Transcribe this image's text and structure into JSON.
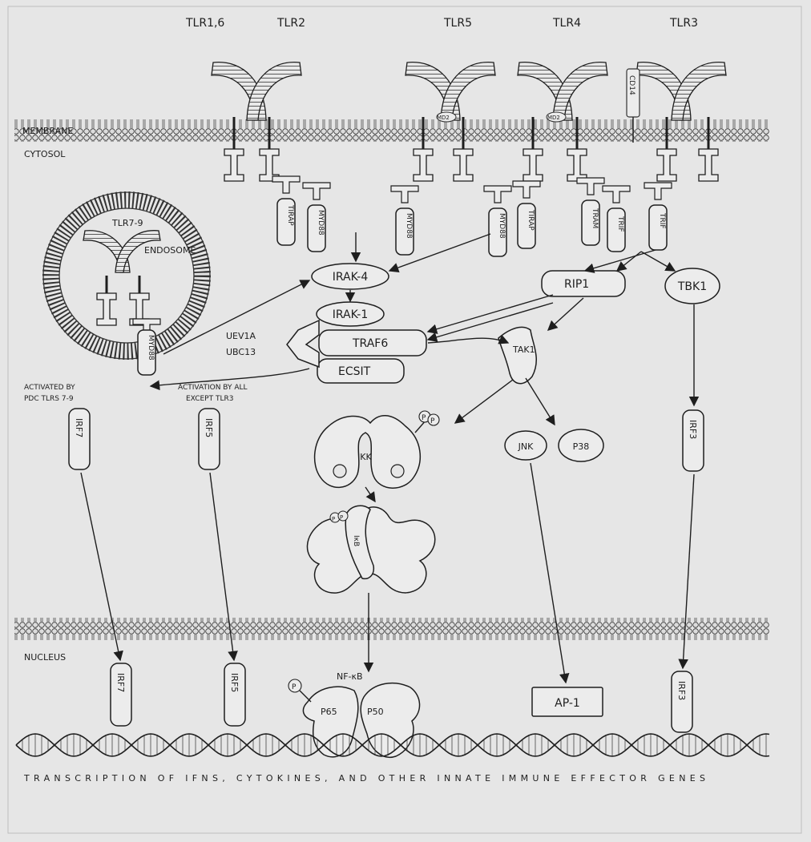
{
  "receptors": {
    "tlr16": "TLR1,6",
    "tlr2": "TLR2",
    "tlr5": "TLR5",
    "tlr4": "TLR4",
    "tlr3": "TLR3",
    "tlr79": "TLR7-9",
    "cd14": "CD14",
    "md2": "MD2"
  },
  "compartments": {
    "membrane": "MEMBRANE",
    "cytosol": "CYTOSOL",
    "endosome": "ENDOSOME",
    "nucleus": "NUCLEUS"
  },
  "adaptors": {
    "tirap": "TIRAP",
    "myd88": "MYD88",
    "tram": "TRAM",
    "trif": "TRIF"
  },
  "signaling": {
    "irak4": "IRAK-4",
    "irak1": "IRAK-1",
    "traf6": "TRAF6",
    "ecsit": "ECSIT",
    "uev1a": "UEV1A",
    "ubc13": "UBC13",
    "rip1": "RIP1",
    "tbk1": "TBK1",
    "tak1": "TAK1",
    "ikk": "IKK",
    "ikb": "IκB",
    "jnk": "JNK",
    "p38": "P38",
    "p": "P"
  },
  "notes": {
    "irf7_note_1": "ACTIVATED BY",
    "irf7_note_2": "PDC TLRS 7-9",
    "irf5_note_1": "ACTIVATION BY ALL",
    "irf5_note_2": "EXCEPT TLR3"
  },
  "tf": {
    "irf7": "IRF7",
    "irf5": "IRF5",
    "irf3": "IRF3",
    "nfkb": "NF-κB",
    "p65": "P65",
    "p50": "P50",
    "ap1": "AP-1"
  },
  "footer": "TRANSCRIPTION OF IFNS, CYTOKINES, AND OTHER INNATE IMMUNE EFFECTOR GENES"
}
